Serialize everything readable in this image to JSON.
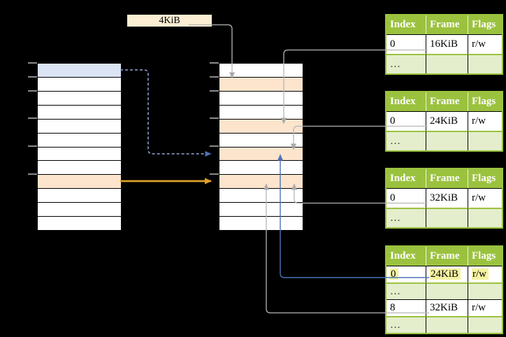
{
  "diagram": {
    "page_size_label": "4KiB",
    "left_array": {
      "rows": [
        "blue",
        "white",
        "white",
        "white",
        "white",
        "white",
        "white",
        "white",
        "orange",
        "white",
        "white",
        "white"
      ]
    },
    "middle_array": {
      "rows": [
        "white",
        "orange",
        "white",
        "white",
        "orange",
        "white",
        "orange",
        "white",
        "orange",
        "white",
        "white",
        "white"
      ]
    },
    "tables": [
      {
        "id": "page-table-1",
        "headers": [
          "Index",
          "Frame",
          "Flags"
        ],
        "rows": [
          {
            "type": "entry",
            "highlight": false,
            "cells": [
              "0",
              "16KiB",
              "r/w"
            ]
          },
          {
            "type": "ellipsis",
            "highlight": false,
            "cells": [
              "…",
              "",
              ""
            ]
          }
        ]
      },
      {
        "id": "page-table-2",
        "headers": [
          "Index",
          "Frame",
          "Flags"
        ],
        "rows": [
          {
            "type": "entry",
            "highlight": false,
            "cells": [
              "0",
              "24KiB",
              "r/w"
            ]
          },
          {
            "type": "ellipsis",
            "highlight": false,
            "cells": [
              "…",
              "",
              ""
            ]
          }
        ]
      },
      {
        "id": "page-table-3",
        "headers": [
          "Index",
          "Frame",
          "Flags"
        ],
        "rows": [
          {
            "type": "entry",
            "highlight": false,
            "cells": [
              "0",
              "32KiB",
              "r/w"
            ]
          },
          {
            "type": "ellipsis",
            "highlight": false,
            "cells": [
              "…",
              "",
              ""
            ]
          }
        ]
      },
      {
        "id": "page-table-4",
        "headers": [
          "Index",
          "Frame",
          "Flags"
        ],
        "rows": [
          {
            "type": "entry",
            "highlight": true,
            "cells": [
              "0",
              "24KiB",
              "r/w"
            ]
          },
          {
            "type": "ellipsis",
            "highlight": false,
            "cells": [
              "…",
              "",
              ""
            ]
          },
          {
            "type": "entry",
            "highlight": false,
            "cells": [
              "8",
              "32KiB",
              "r/w"
            ]
          },
          {
            "type": "ellipsis",
            "highlight": false,
            "cells": [
              "…",
              "",
              ""
            ]
          }
        ]
      }
    ],
    "colors": {
      "background": "#000000",
      "row-white": "#ffffff",
      "row-blue": "#dae4f4",
      "row-orange": "#fce4cd",
      "label-cream": "#fbeed3",
      "table-green": "#9bc23e",
      "table-green-light": "#e4eecd",
      "highlight-yellow": "#f5f2a0",
      "line-gray": "#b5b5b5",
      "arrow-gray": "#a9a9a9",
      "arrow-blue": "#4c73b8",
      "arrow-blue-light": "#8fa8d8",
      "arrow-gold": "#dda127",
      "tick-gray": "#8a8a8a"
    }
  }
}
